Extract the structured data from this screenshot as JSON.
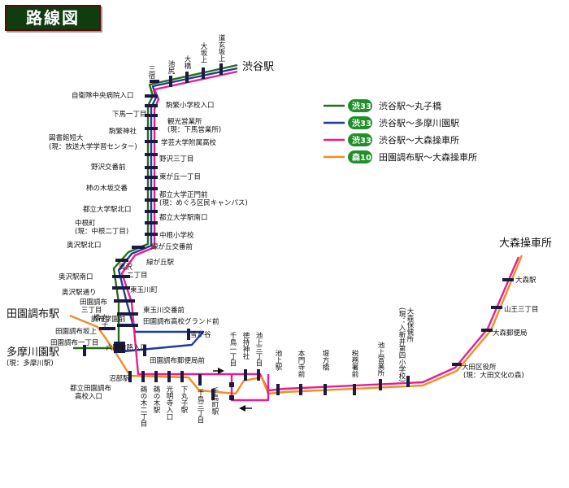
{
  "title": "路線図",
  "legend": [
    {
      "code": "渋33",
      "label": "渋谷駅～丸子橋",
      "color": "#2a6b1e"
    },
    {
      "code": "渋33",
      "label": "渋谷駅～多摩川園駅",
      "color": "#1f3d99"
    },
    {
      "code": "渋33",
      "label": "渋谷駅～大森操車所",
      "color": "#e81e8c"
    },
    {
      "code": "森10",
      "label": "田園調布駅～大森操車所",
      "color": "#f28c28"
    }
  ],
  "terminals": {
    "shibuya": "渋谷駅",
    "omori": "大森操車所",
    "denenchofu": "田園調布駅",
    "tamagawa": "多摩川園駅",
    "tamagawa_sub": "(現：多摩川駅)"
  },
  "stops": {
    "dogenzaka": "道玄坂上",
    "ozaka": "大坂上",
    "ohashi": "大橋",
    "ikejiri": "池尻",
    "sanshuku": "三宿",
    "jieitai": "自衛隊中央病院入口",
    "komaba_elem": "駒繁小学校入口",
    "shimouma1": "下馬一丁目",
    "kanko1": "観光営業所",
    "kanko2": "(現：下馬営業所)",
    "komaba_jinja": "駒繁神社",
    "gakugei": "学芸大学附属高校",
    "toshokan1": "図書館短大",
    "toshokan2": "(現：放送大学学習センター)",
    "nozawa3": "野沢三丁目",
    "nozawa_kouban": "野沢交番前",
    "higashigaoka1": "東が丘一丁目",
    "kakinokizaka": "柿の木坂交番",
    "toritsu_seimon1": "都立大学正門前",
    "toritsu_seimon2": "(現：めぐろ区民キャンパス)",
    "toritsu_kitaguchi": "都立大学駅北口",
    "toritsu_minamiguchi": "都立大学駅南口",
    "nakanecho1": "中根町",
    "nakanecho2": "(現：中根二丁目)",
    "nakane_elem": "中根小学校",
    "okusawa_kitaguchi": "奥沢駅北口",
    "midorigaoka_kouban": "緑が丘交番前",
    "midorigaoka_eki": "緑が丘駅",
    "okusawa2_a": "奥沢",
    "okusawa2_b": "二丁目",
    "okusawa_minamiguchi": "奥沢駅南口",
    "higashitamagawa": "東玉川町",
    "okusawa_dori": "奥沢駅通り",
    "denen3_a": "田園調布",
    "denen3_b": "三丁目",
    "higashitamagawa_kouban": "東玉川交番前",
    "denen_gakuen": "調布学園前",
    "denen_grand": "田園調布高校グランド前",
    "denen_sakaue": "田園調布坂上",
    "yukigaya": "雪が谷",
    "marukobashi_a": "丸子",
    "marukobashi_b": "橋",
    "denen1": "田園調布一丁目",
    "rokkenmichi": "六間道路入口",
    "denen_yubin": "田園調布郵便局前",
    "numabe": "沼部駅",
    "toritsu_denen1": "都立田園調布",
    "toritsu_denen2": "高校入口",
    "unoki2": "鵜の木二丁目",
    "unoki_eki": "鵜の木駅",
    "komyoji": "光明寺入口",
    "shimomaruko": "下丸子駅",
    "chidori3": "千鳥三丁目",
    "chidoricho": "千鳥町駅",
    "chidori1": "千鳥一丁目",
    "tokuji": "徳持神社",
    "ikegami3": "池上三丁目",
    "ikegami_eki": "池上駅",
    "honmonji": "本門寺前",
    "bankatabashi": "堤方橋",
    "zeimusho": "税務署前",
    "ikegami_eigyo": "池上営業所",
    "hoken1": "大森保健所",
    "hoken2": "(現：入新井第四小学校)",
    "ota_kuyakusho1": "大田区役所",
    "ota_kuyakusho2": "(現：大田文化の森)",
    "omori_yubin": "大森郵便局",
    "sanno3": "山王三丁目",
    "omori_eki": "大森駅"
  }
}
